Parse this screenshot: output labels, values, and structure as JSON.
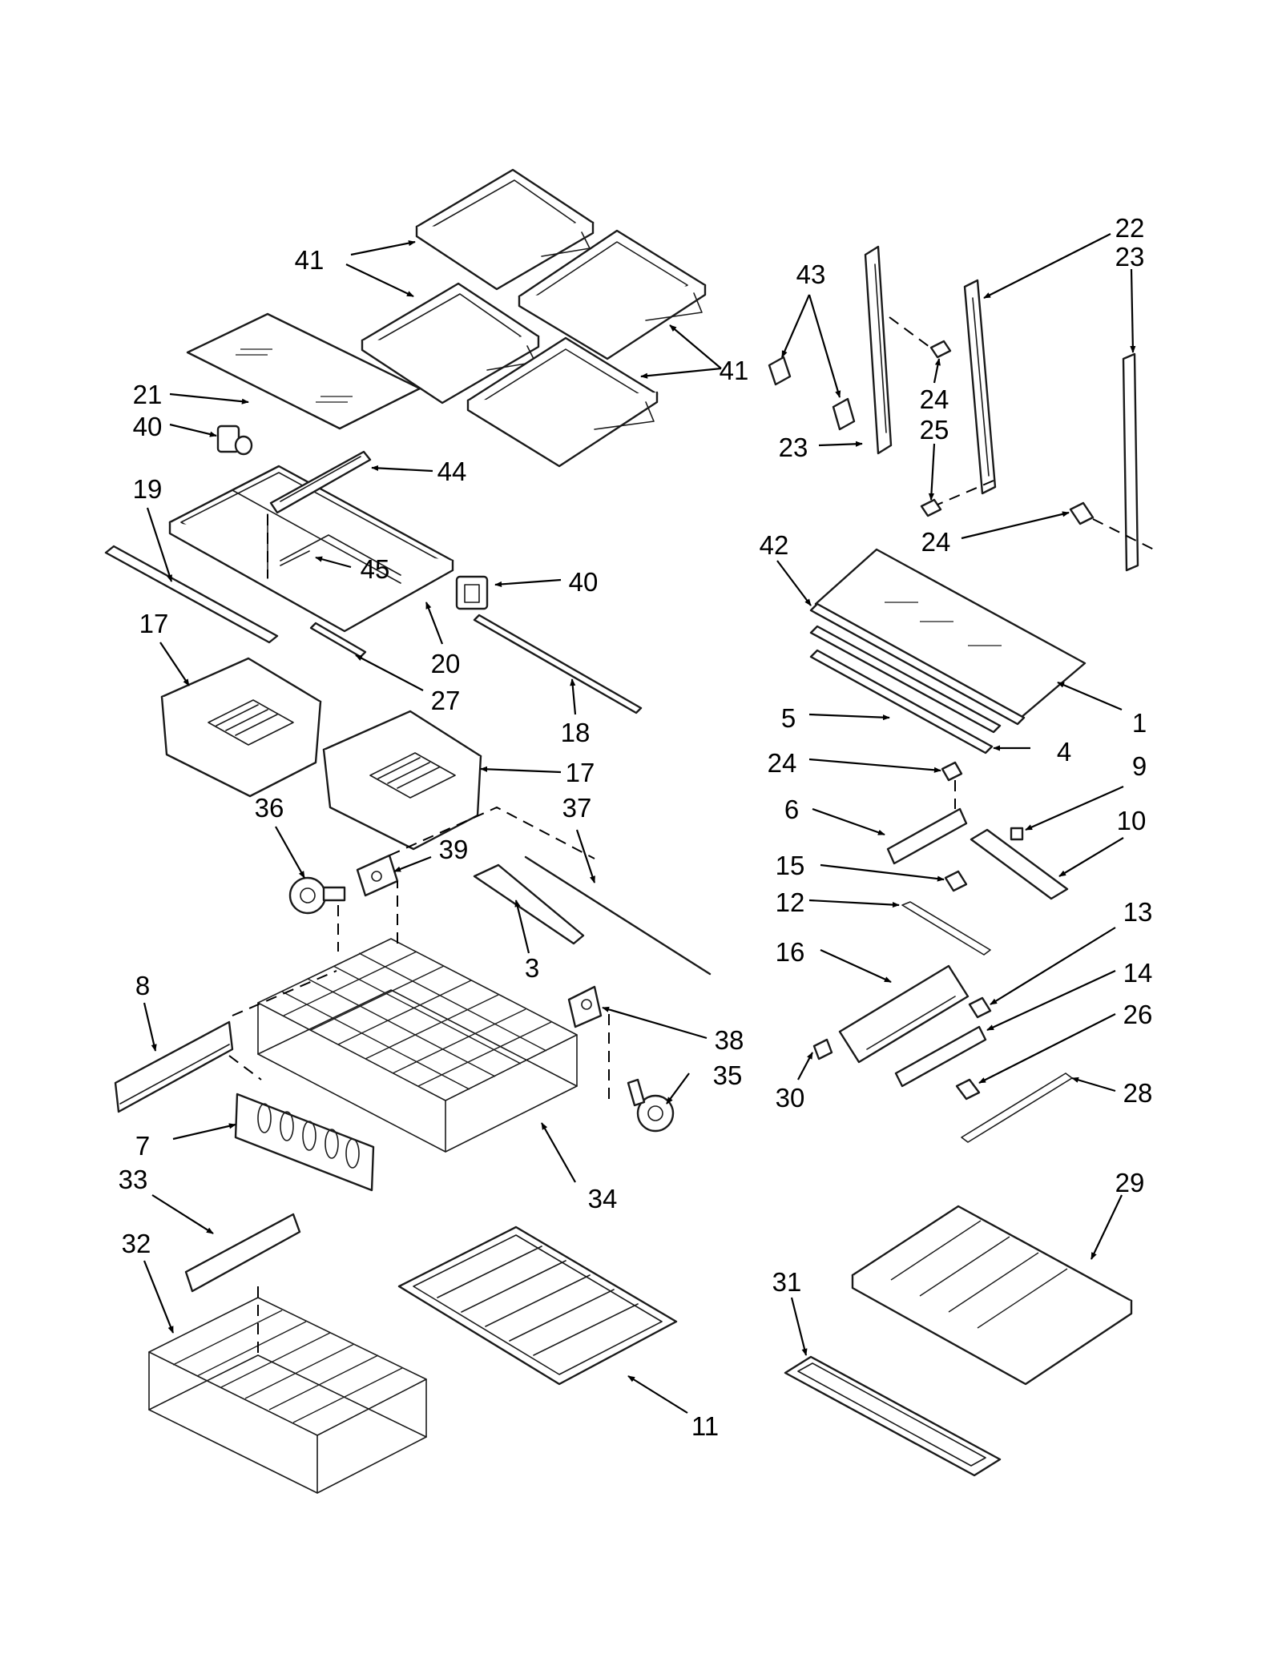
{
  "callouts": {
    "c1": "1",
    "c3": "3",
    "c4": "4",
    "c5": "5",
    "c6": "6",
    "c7": "7",
    "c8": "8",
    "c9": "9",
    "c10": "10",
    "c11": "11",
    "c12": "12",
    "c13": "13",
    "c14": "14",
    "c15": "15",
    "c16": "16",
    "c17a": "17",
    "c17b": "17",
    "c18": "18",
    "c19": "19",
    "c20": "20",
    "c21": "21",
    "c22": "22",
    "c23a": "23",
    "c23b": "23",
    "c24a": "24",
    "c24b": "24",
    "c24c": "24",
    "c25": "25",
    "c26": "26",
    "c27": "27",
    "c28": "28",
    "c29": "29",
    "c30": "30",
    "c31": "31",
    "c32": "32",
    "c33": "33",
    "c34": "34",
    "c35": "35",
    "c36": "36",
    "c37": "37",
    "c38": "38",
    "c39": "39",
    "c40a": "40",
    "c40b": "40",
    "c41a": "41",
    "c41b": "41",
    "c42": "42",
    "c43": "43",
    "c44": "44",
    "c45": "45"
  }
}
